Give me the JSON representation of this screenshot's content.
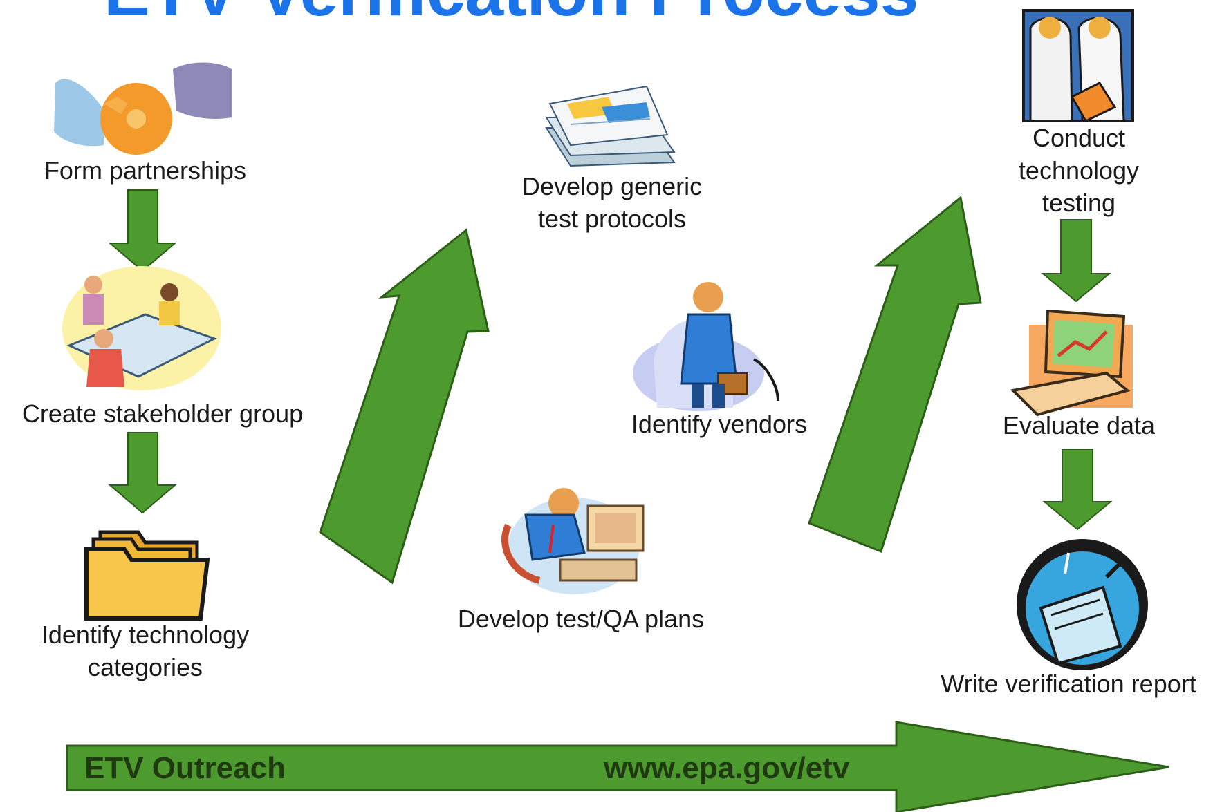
{
  "title": "ETV Verification Process",
  "colors": {
    "title_blue": "#1a73e8",
    "arrow_green": "#4d9a2f",
    "arrow_outline": "#2c5e17",
    "text": "#1a1a1a"
  },
  "steps": {
    "form_partnerships": {
      "label": "Form partnerships",
      "icon": "handshake-icon"
    },
    "create_stakeholder_group": {
      "label": "Create stakeholder group",
      "icon": "meeting-icon"
    },
    "identify_technology_categories": {
      "label_line1": "Identify technology",
      "label_line2": "categories",
      "icon": "folder-icon"
    },
    "develop_generic_test_protocols": {
      "label_line1": "Develop generic",
      "label_line2": "test protocols",
      "icon": "documents-icon"
    },
    "identify_vendors": {
      "label": "Identify vendors",
      "icon": "businessman-icon"
    },
    "develop_test_qa_plans": {
      "label": "Develop test/QA plans",
      "icon": "computer-worker-icon"
    },
    "conduct_technology_testing": {
      "label_line1": "Conduct",
      "label_line2": "technology",
      "label_line3": "testing",
      "icon": "scientists-icon"
    },
    "evaluate_data": {
      "label": "Evaluate data",
      "icon": "laptop-chart-icon"
    },
    "write_verification_report": {
      "label": "Write verification report",
      "icon": "writing-icon"
    }
  },
  "banner": {
    "left_label": "ETV Outreach",
    "right_label": "www.epa.gov/etv"
  }
}
